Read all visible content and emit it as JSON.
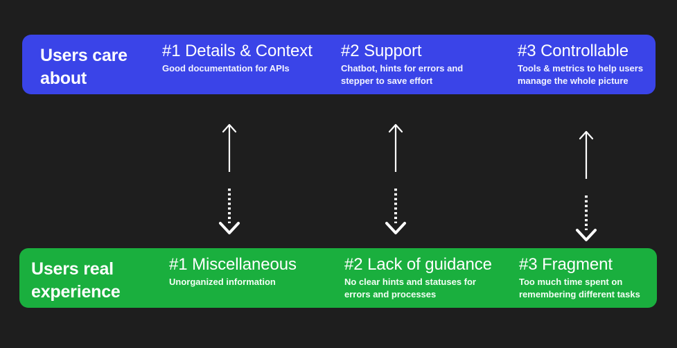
{
  "theme": {
    "background": "#1e1e1e",
    "top_bar_color": "#3a44e8",
    "bottom_bar_color": "#1aaf3e",
    "text_color": "#ffffff",
    "arrow_color": "#ffffff"
  },
  "top_bar": {
    "label": "Users care\nabout",
    "columns": [
      {
        "title": "#1 Details & Context",
        "subtitle": "Good documentation for APIs"
      },
      {
        "title": "#2 Support",
        "subtitle": "Chatbot, hints for errors and\nstepper to save effort"
      },
      {
        "title": "#3 Controllable",
        "subtitle": "Tools & metrics to help users\nmanage the whole picture"
      }
    ]
  },
  "bottom_bar": {
    "label": "Users real\nexperience",
    "columns": [
      {
        "title": "#1 Miscellaneous",
        "subtitle": "Unorganized information"
      },
      {
        "title": "#2 Lack of guidance",
        "subtitle": " No clear hints and statuses for\nerrors and processes"
      },
      {
        "title": "#3 Fragment",
        "subtitle": "Too much time spent on\nremembering different tasks"
      }
    ]
  },
  "connectors": [
    {
      "up_icon": "arrow-up-solid-icon",
      "down_icon": "arrow-down-dotted-icon"
    },
    {
      "up_icon": "arrow-up-solid-icon",
      "down_icon": "arrow-down-dotted-icon"
    },
    {
      "up_icon": "arrow-up-solid-icon",
      "down_icon": "arrow-down-dotted-icon"
    }
  ]
}
